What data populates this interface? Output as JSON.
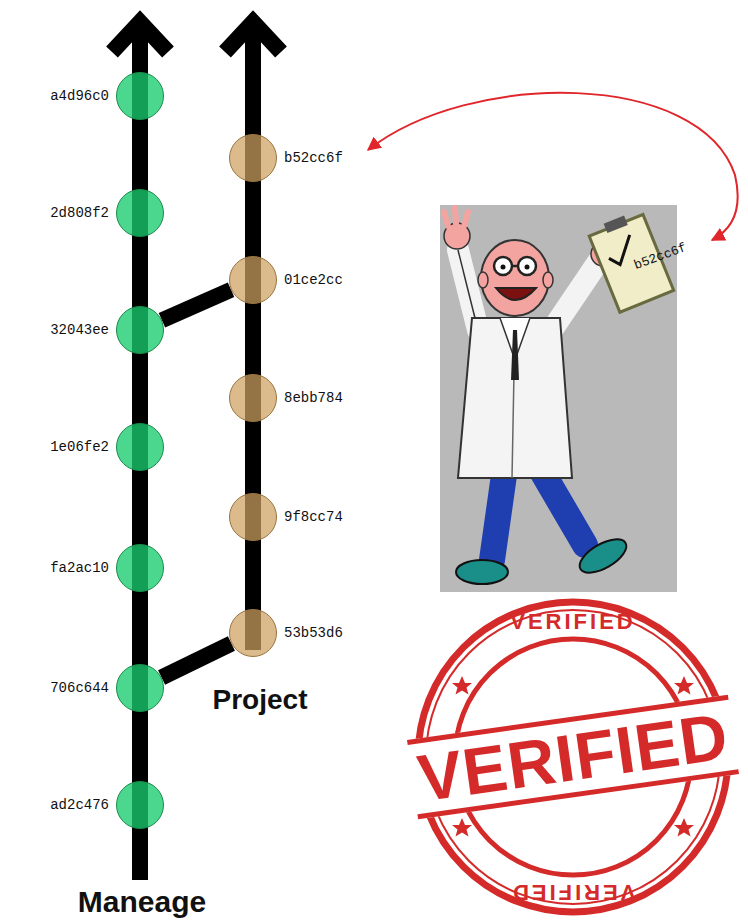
{
  "diagram": {
    "nodes": [
      {
        "text": [
          "a4d96c0"
        ]
      },
      {
        "text": [
          "2d808f2"
        ]
      },
      {
        "text": [
          "32043ee"
        ]
      },
      {
        "text": [
          "1e06fe2"
        ]
      },
      {
        "text": [
          "fa2ac10"
        ]
      },
      {
        "text": [
          "706c644"
        ]
      },
      {
        "text": [
          "ad2c476"
        ]
      },
      {
        "text": [
          "b52cc6f"
        ]
      },
      {
        "text": [
          "01ce2cc"
        ]
      },
      {
        "text": [
          "8ebb784"
        ]
      },
      {
        "text": [
          "9f8cc74"
        ]
      },
      {
        "text": [
          "53b53d6"
        ]
      }
    ],
    "edges": [
      {
        "from": 6,
        "to": 5,
        "arrow": "none"
      },
      {
        "from": 5,
        "to": 4,
        "arrow": "none"
      },
      {
        "from": 4,
        "to": 3,
        "arrow": "none"
      },
      {
        "from": 3,
        "to": 2,
        "arrow": "none"
      },
      {
        "from": 2,
        "to": 1,
        "arrow": "none"
      },
      {
        "from": 1,
        "to": 0,
        "arrow": "none"
      },
      {
        "from": 11,
        "to": 10,
        "arrow": "none"
      },
      {
        "from": 10,
        "to": 9,
        "arrow": "none"
      },
      {
        "from": 9,
        "to": 8,
        "arrow": "none"
      },
      {
        "from": 8,
        "to": 7,
        "arrow": "none"
      },
      {
        "from": 5,
        "to": 11,
        "arrow": "none"
      },
      {
        "from": 2,
        "to": 8,
        "arrow": "none"
      }
    ],
    "labels": [
      "Maneage",
      "Project",
      "b52cc6f",
      "VERIFIED",
      "VERIFIED",
      "VERIFIED"
    ]
  }
}
